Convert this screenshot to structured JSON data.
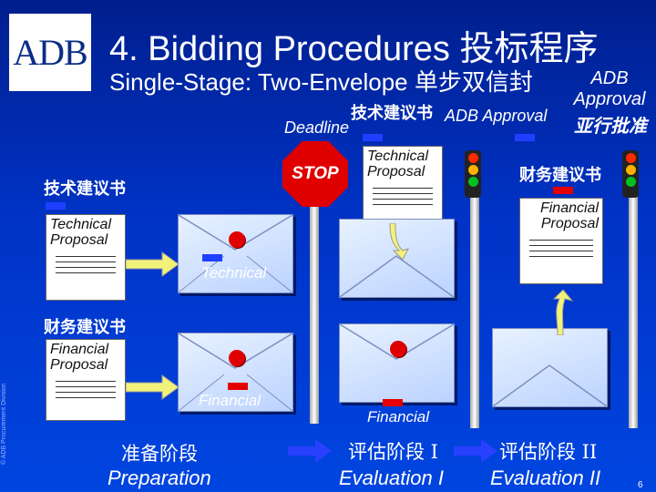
{
  "logo": {
    "text": "ADB"
  },
  "header": {
    "title": "4. Bidding Procedures 投标程序",
    "subtitle": "Single-Stage: Two-Envelope 单步双信封"
  },
  "labels": {
    "deadline": "Deadline",
    "stop": "STOP",
    "tech_cn_top": "技术建议书",
    "adb_approval_1": "ADB Approval",
    "adb_approval_2_en": "ADB Approval",
    "adb_approval_2_cn": "亚行批准",
    "fin_cn_right": "财务建议书",
    "tech_cn_left": "技术建议书",
    "fin_cn_left": "财务建议书",
    "technical_envelope": "Technical",
    "financial_envelope_left": "Financial",
    "financial_envelope_mid": "Financial"
  },
  "documents": {
    "technical_proposal": "Technical Proposal",
    "financial_proposal": "Financial Proposal"
  },
  "stages": [
    {
      "cn": "准备阶段",
      "en": "Preparation"
    },
    {
      "cn": "评估阶段 I",
      "en": "Evaluation I"
    },
    {
      "cn": "评估阶段 II",
      "en": "Evaluation II"
    }
  ],
  "page_number": "6",
  "side_note": "© ADB Procurement Division",
  "colors": {
    "background": "#0033c7",
    "stop": "#e00000",
    "tab_blue": "#1f3fff",
    "seal_red": "#e00000"
  }
}
